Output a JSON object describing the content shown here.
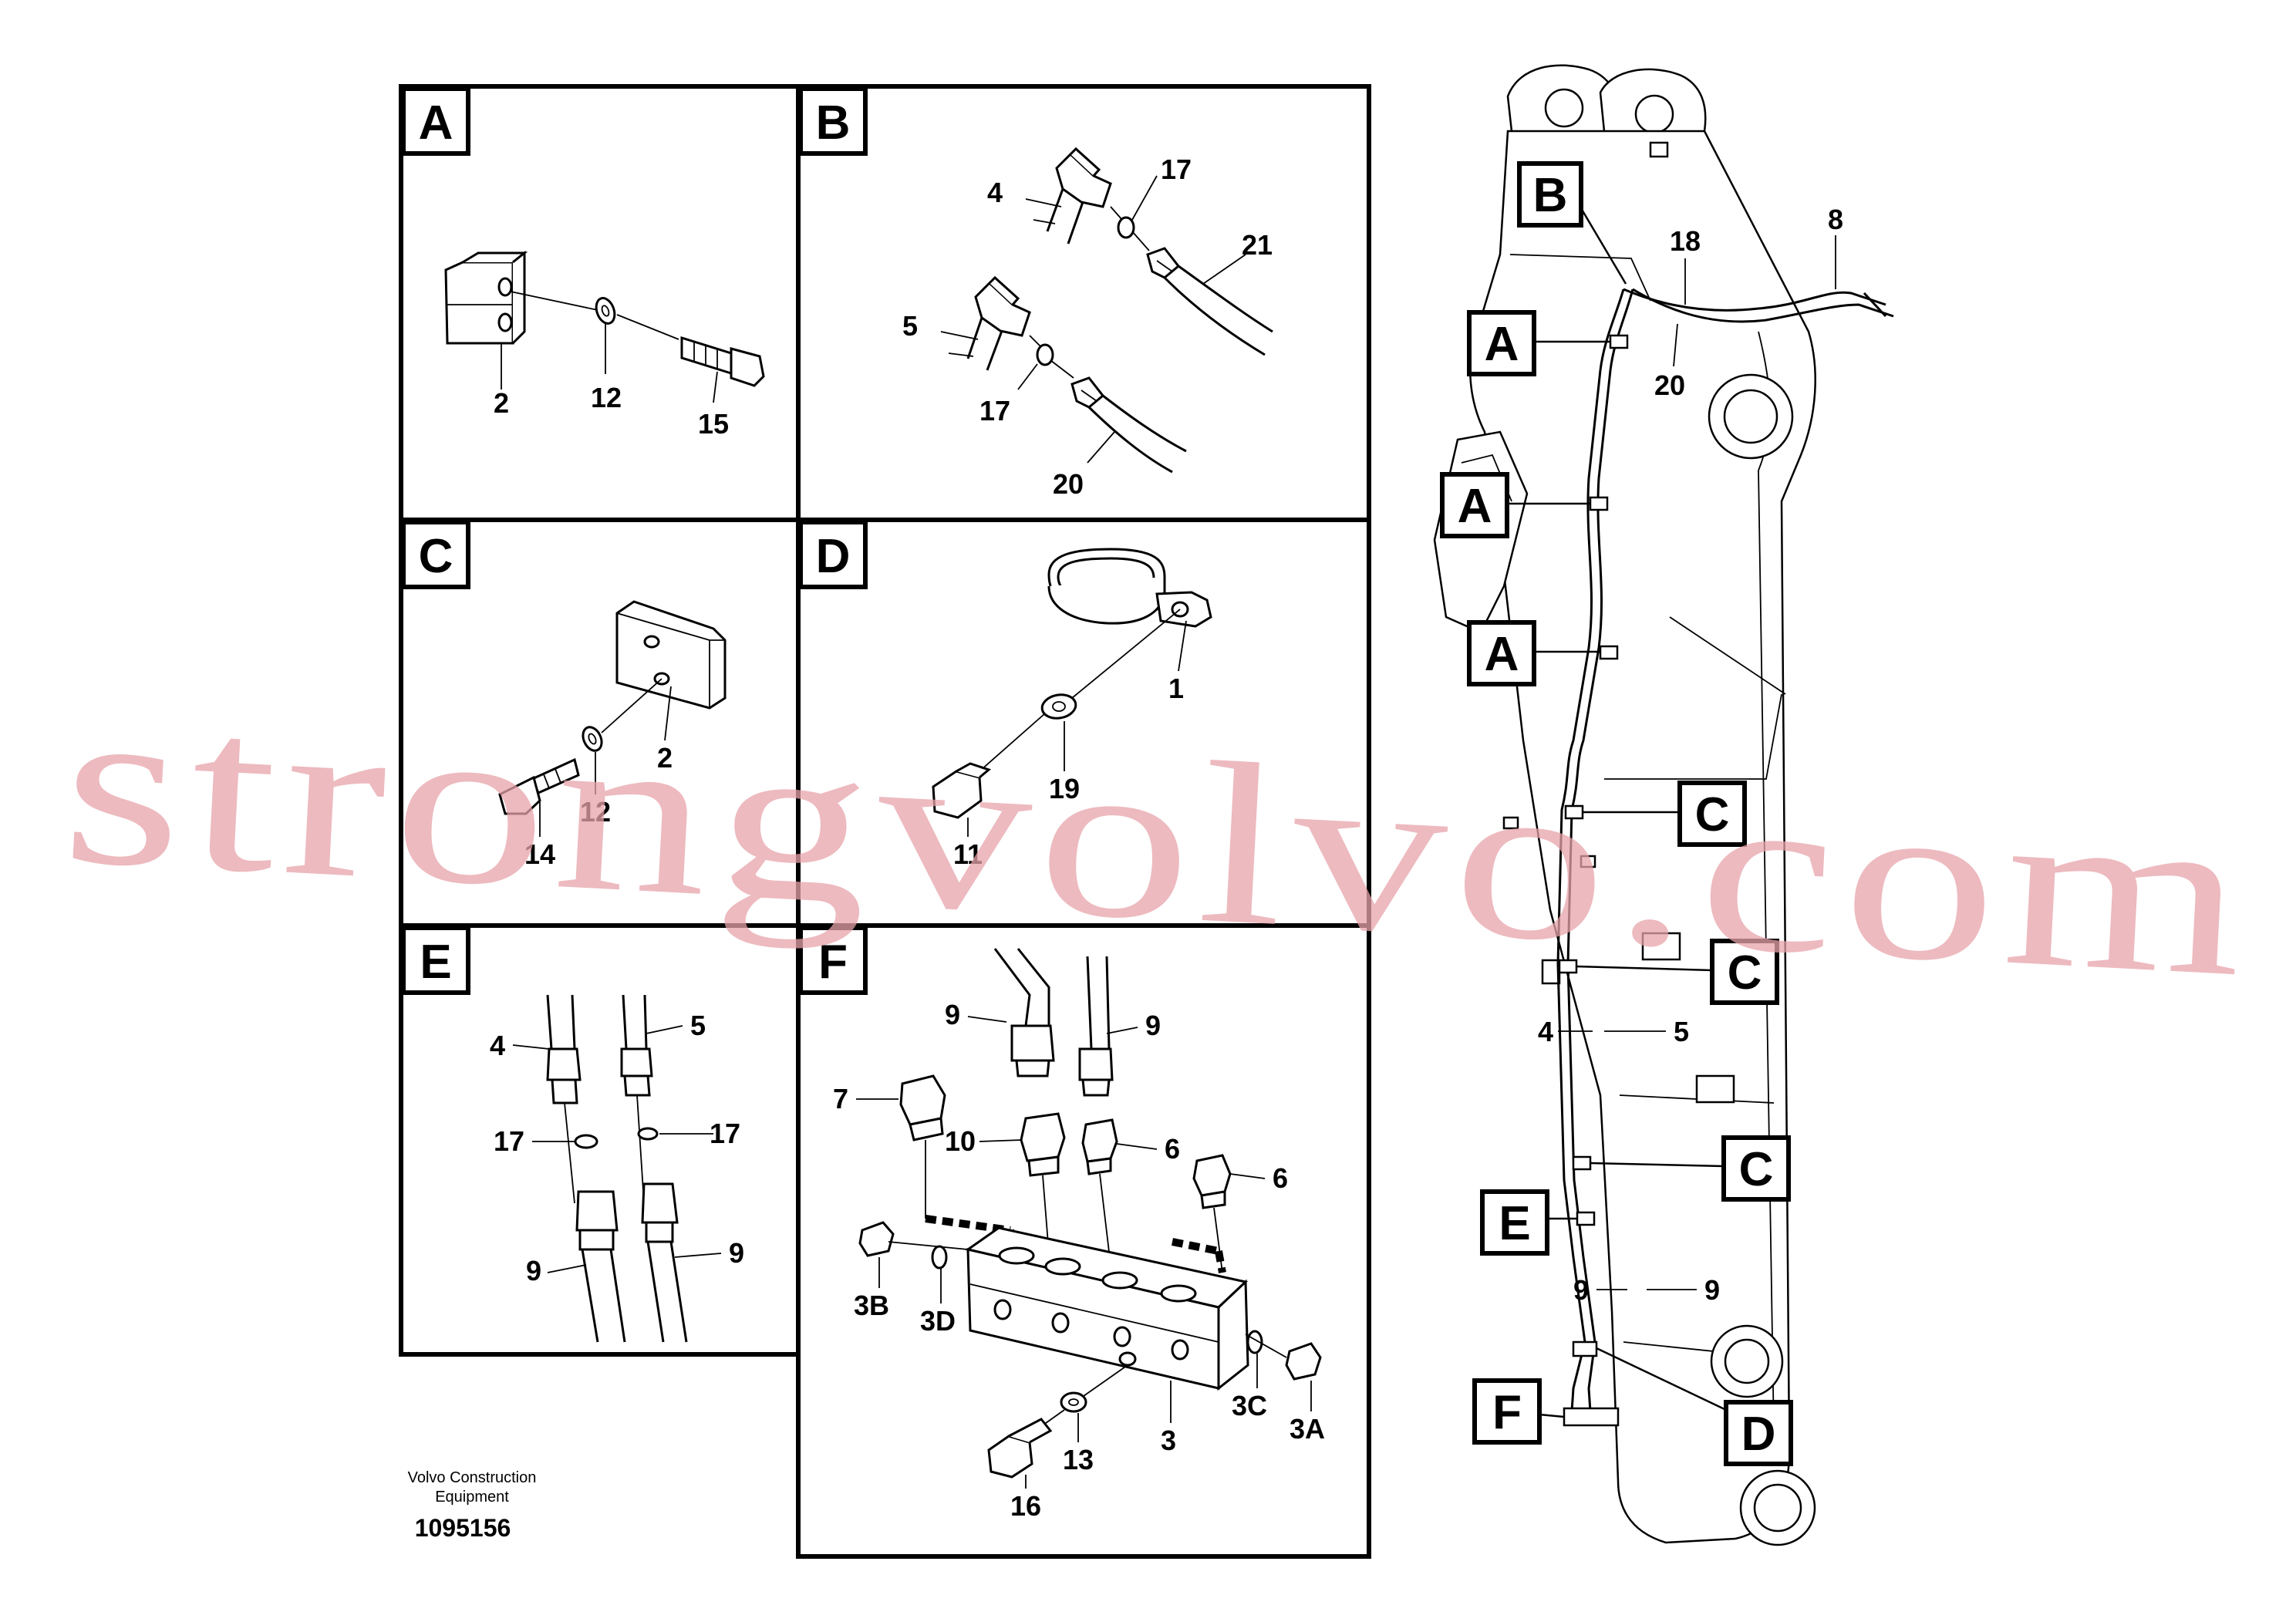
{
  "panels": {
    "A": {
      "letter": "A",
      "callouts": [
        "2",
        "12",
        "15"
      ]
    },
    "B": {
      "letter": "B",
      "callouts": [
        "4",
        "17",
        "21",
        "5",
        "17",
        "20"
      ]
    },
    "C": {
      "letter": "C",
      "callouts": [
        "2",
        "12",
        "14"
      ]
    },
    "D": {
      "letter": "D",
      "callouts": [
        "1",
        "19",
        "11"
      ]
    },
    "E": {
      "letter": "E",
      "callouts": [
        "4",
        "5",
        "17",
        "17",
        "9",
        "9"
      ]
    },
    "F": {
      "letter": "F",
      "callouts": [
        "9",
        "9",
        "7",
        "10",
        "6",
        "6",
        "3B",
        "3D",
        "3",
        "3C",
        "3A",
        "13",
        "16"
      ]
    }
  },
  "boom": {
    "labels": [
      "B",
      "A",
      "A",
      "A",
      "C",
      "C",
      "C",
      "E",
      "F",
      "D"
    ],
    "callouts": [
      "18",
      "8",
      "20",
      "4",
      "5",
      "9",
      "9"
    ]
  },
  "footer": {
    "brand_line1": "Volvo Construction",
    "brand_line2": "Equipment",
    "part_number": "1095156"
  },
  "watermark": "strongvolvo.com"
}
